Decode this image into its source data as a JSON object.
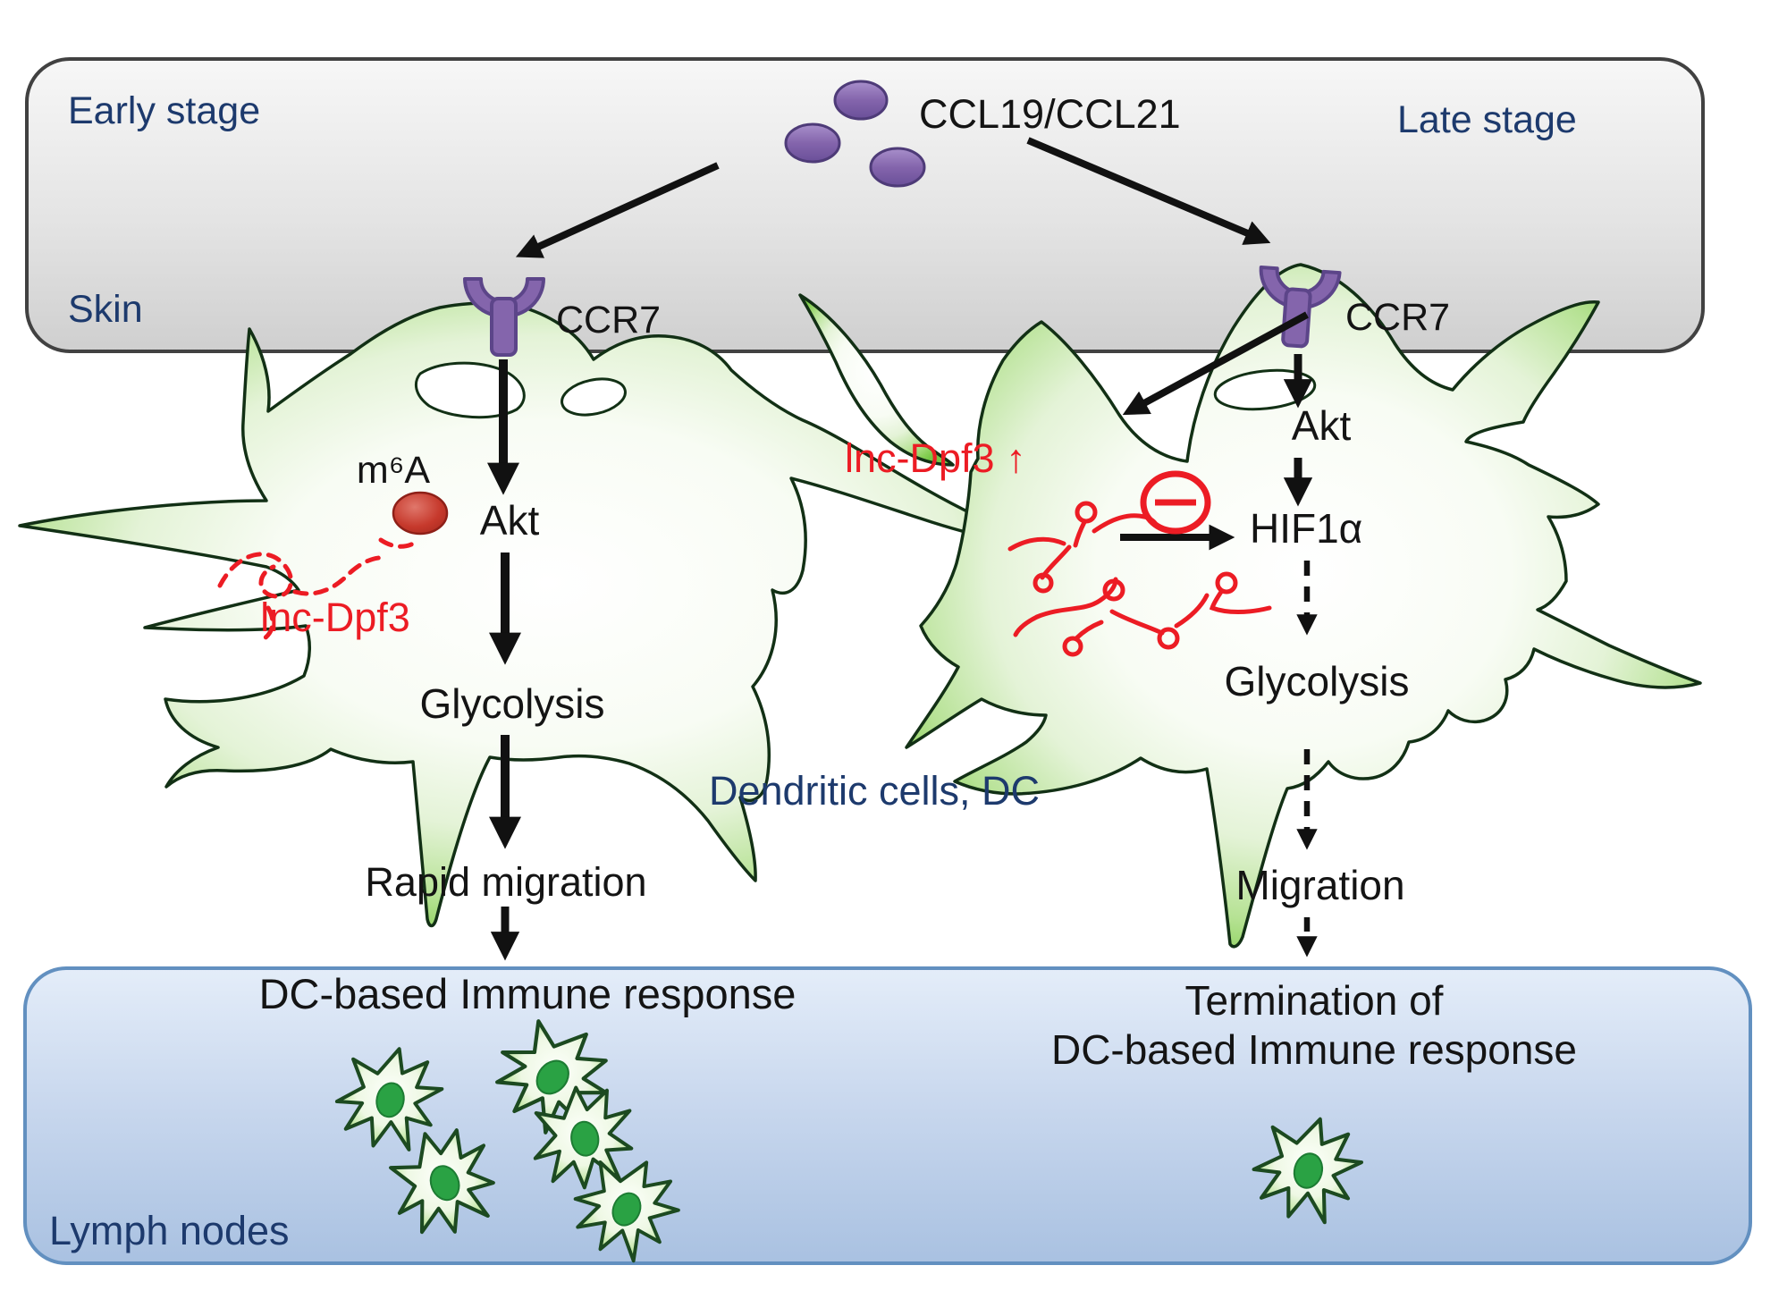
{
  "figure": {
    "skin_panel": {
      "early_stage": "Early stage",
      "late_stage": "Late stage",
      "region": "Skin"
    },
    "chemokine_label": "CCL19/CCL21",
    "receptors": {
      "left": "CCR7",
      "right": "CCR7"
    },
    "left_cell": {
      "m6a": "m⁶A",
      "lnc_dpf3": "lnc-Dpf3",
      "akt": "Akt",
      "glycolysis": "Glycolysis",
      "outcome": "Rapid migration"
    },
    "right_cell": {
      "lnc_dpf3_up": "lnc-Dpf3 ↑",
      "akt": "Akt",
      "hif1a": "HIF1α",
      "glycolysis": "Glycolysis",
      "outcome": "Migration"
    },
    "dc_label": "Dendritic cells, DC",
    "lymph_panel": {
      "region": "Lymph nodes",
      "left_outcome": "DC-based Immune response",
      "right_outcome_line1": "Termination of",
      "right_outcome_line2": "DC-based Immune response"
    },
    "colors": {
      "navy_text": "#1d3a6d",
      "red_accent": "#ec1c24",
      "cell_green_rim": "#74c544",
      "receptor_purple": "#8465ac",
      "skin_box_border": "#414141",
      "lymph_box_border": "#6290c0"
    }
  }
}
